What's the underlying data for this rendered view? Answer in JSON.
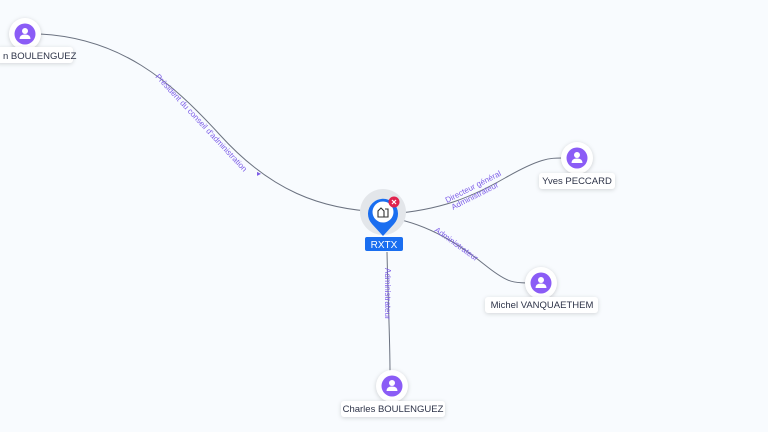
{
  "colors": {
    "person": "#8b5cf6",
    "company": "#1a6ef0",
    "badge": "#e0234e",
    "edge_label": "#7c5ce8",
    "background": "#f8fbfe"
  },
  "company": {
    "name": "RXTX",
    "icon": "company-building-icon",
    "badge_icon": "close-icon"
  },
  "people": [
    {
      "name": "n BOULENGUEZ",
      "icon": "person-icon"
    },
    {
      "name": "Yves PECCARD",
      "icon": "person-icon"
    },
    {
      "name": "Michel VANQUAETHEM",
      "icon": "person-icon"
    },
    {
      "name": "Charles BOULENGUEZ",
      "icon": "person-icon"
    }
  ],
  "edges": [
    {
      "labels": [
        "Président du conseil d'administration"
      ]
    },
    {
      "labels": [
        "Directeur général",
        "Administrateur"
      ]
    },
    {
      "labels": [
        "Administrateur"
      ]
    },
    {
      "labels": [
        "Administrateur"
      ]
    }
  ]
}
